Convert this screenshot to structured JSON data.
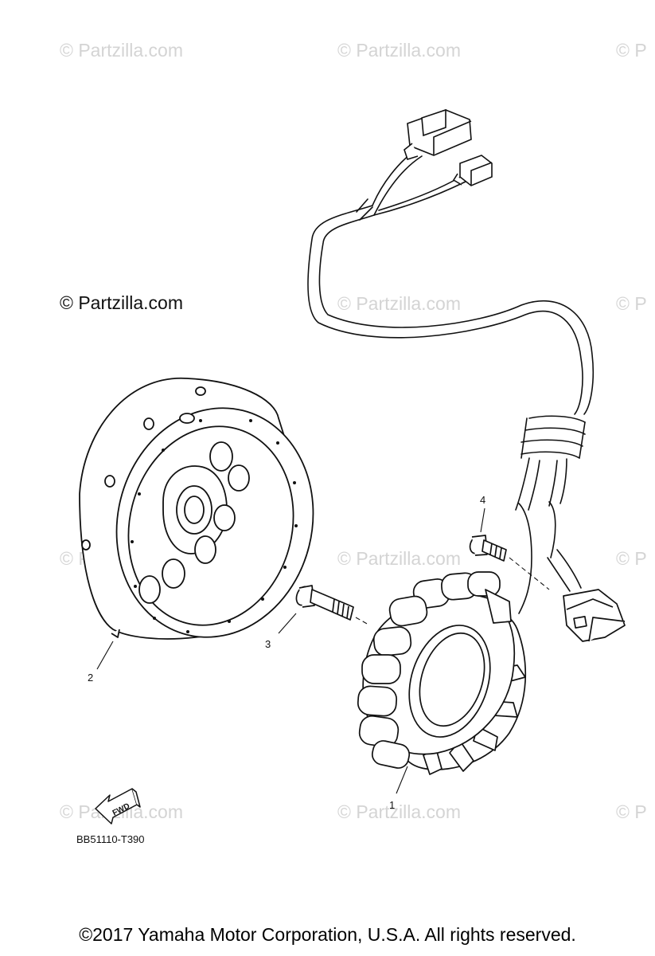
{
  "watermark": {
    "main": "© Partzilla.com",
    "tile": "© Partzilla.com",
    "tile_partial": "© P"
  },
  "callouts": {
    "part_1": "1",
    "part_2": "2",
    "part_3": "3",
    "part_4": "4"
  },
  "fwd_label": "FWD",
  "diagram_code": "BB51110-T390",
  "copyright": "©2017  Yamaha Motor Corporation, U.S.A. All rights reserved."
}
